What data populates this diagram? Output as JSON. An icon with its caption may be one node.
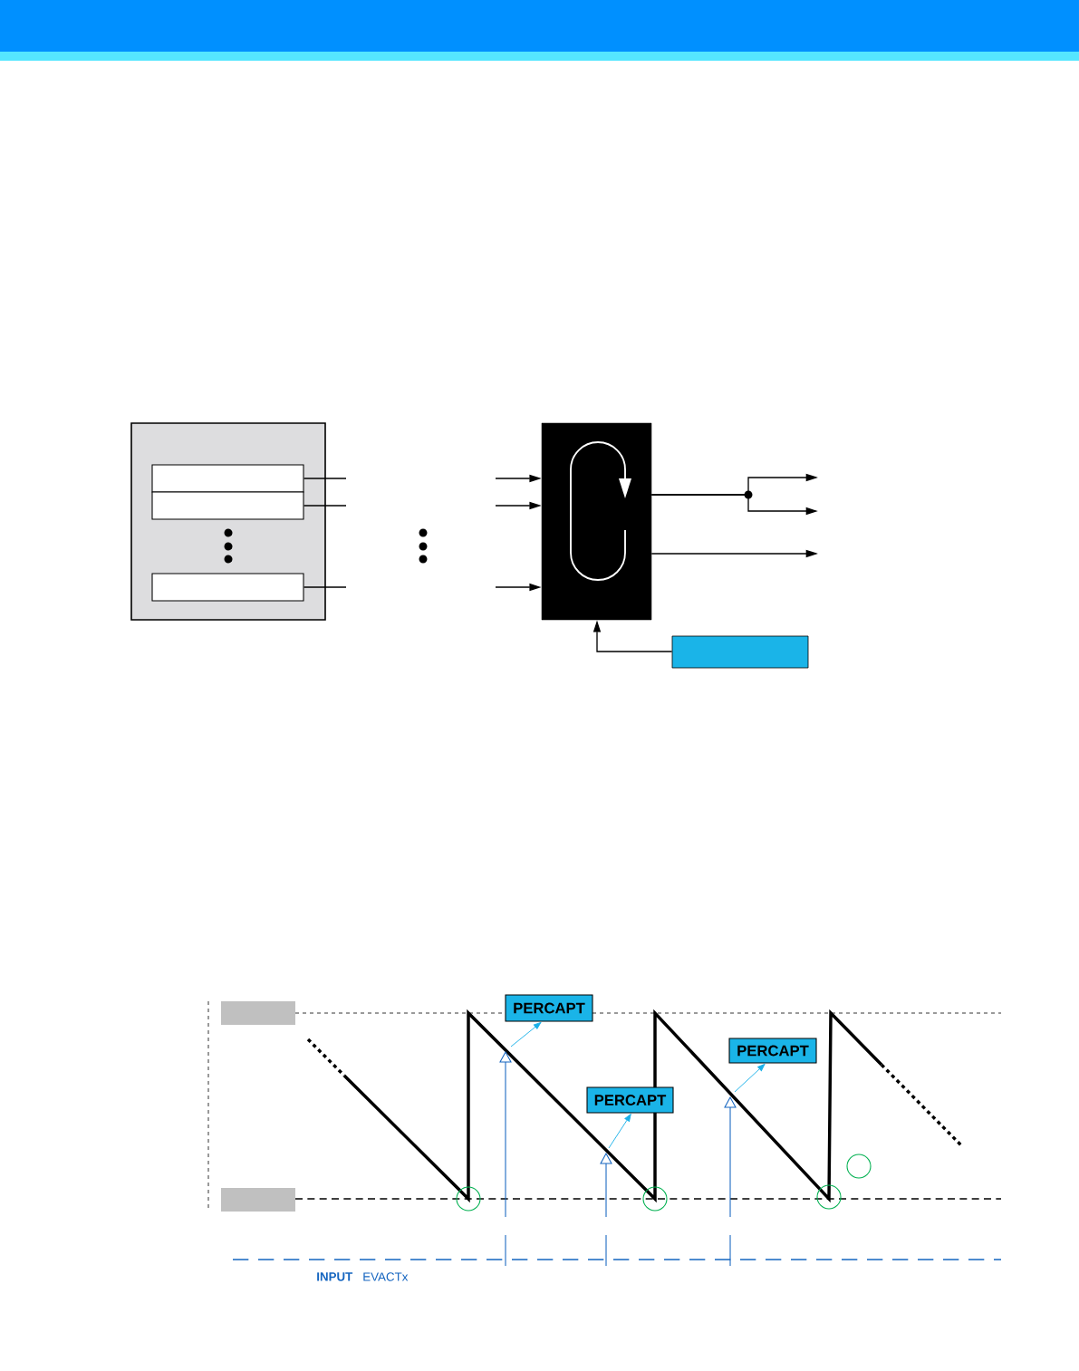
{
  "diagram": {
    "nodes": [
      {
        "text": [],
        "shape": "box"
      },
      {
        "text": [],
        "shape": "box",
        "in": 0
      },
      {
        "text": [],
        "shape": "box",
        "in": 0
      },
      {
        "text": [],
        "shape": "box",
        "in": 0
      },
      {
        "text": [],
        "shape": "box"
      },
      {
        "text": [],
        "shape": "box"
      },
      {
        "text": [
          "PERCAPT"
        ]
      },
      {
        "text": [
          "PERCAPT"
        ]
      },
      {
        "text": [
          "PERCAPT"
        ]
      },
      {
        "text": [],
        "shape": "box"
      },
      {
        "text": [],
        "shape": "box"
      }
    ],
    "edges": [
      {
        "from": 1,
        "to": null,
        "arrow": "none"
      },
      {
        "from": 2,
        "to": null,
        "arrow": "none"
      },
      {
        "from": 3,
        "to": null,
        "arrow": "none"
      },
      {
        "from": null,
        "to": 4,
        "arrow": "to"
      },
      {
        "from": null,
        "to": 4,
        "arrow": "to"
      },
      {
        "from": null,
        "to": 4,
        "arrow": "to"
      },
      {
        "from": 4,
        "to": null,
        "arrow": "to"
      },
      {
        "from": 4,
        "to": null,
        "arrow": "to"
      },
      {
        "from": 4,
        "to": null,
        "arrow": "to"
      },
      {
        "from": 5,
        "to": 4,
        "arrow": "to"
      },
      {
        "from": null,
        "to": 6,
        "arrow": "to",
        "color": "#1ab0e8"
      },
      {
        "from": null,
        "to": 7,
        "arrow": "to",
        "color": "#1ab0e8"
      },
      {
        "from": null,
        "to": 8,
        "arrow": "to",
        "color": "#1ab0e8"
      }
    ],
    "labels": [
      "INPUT",
      "EVACTx"
    ]
  }
}
